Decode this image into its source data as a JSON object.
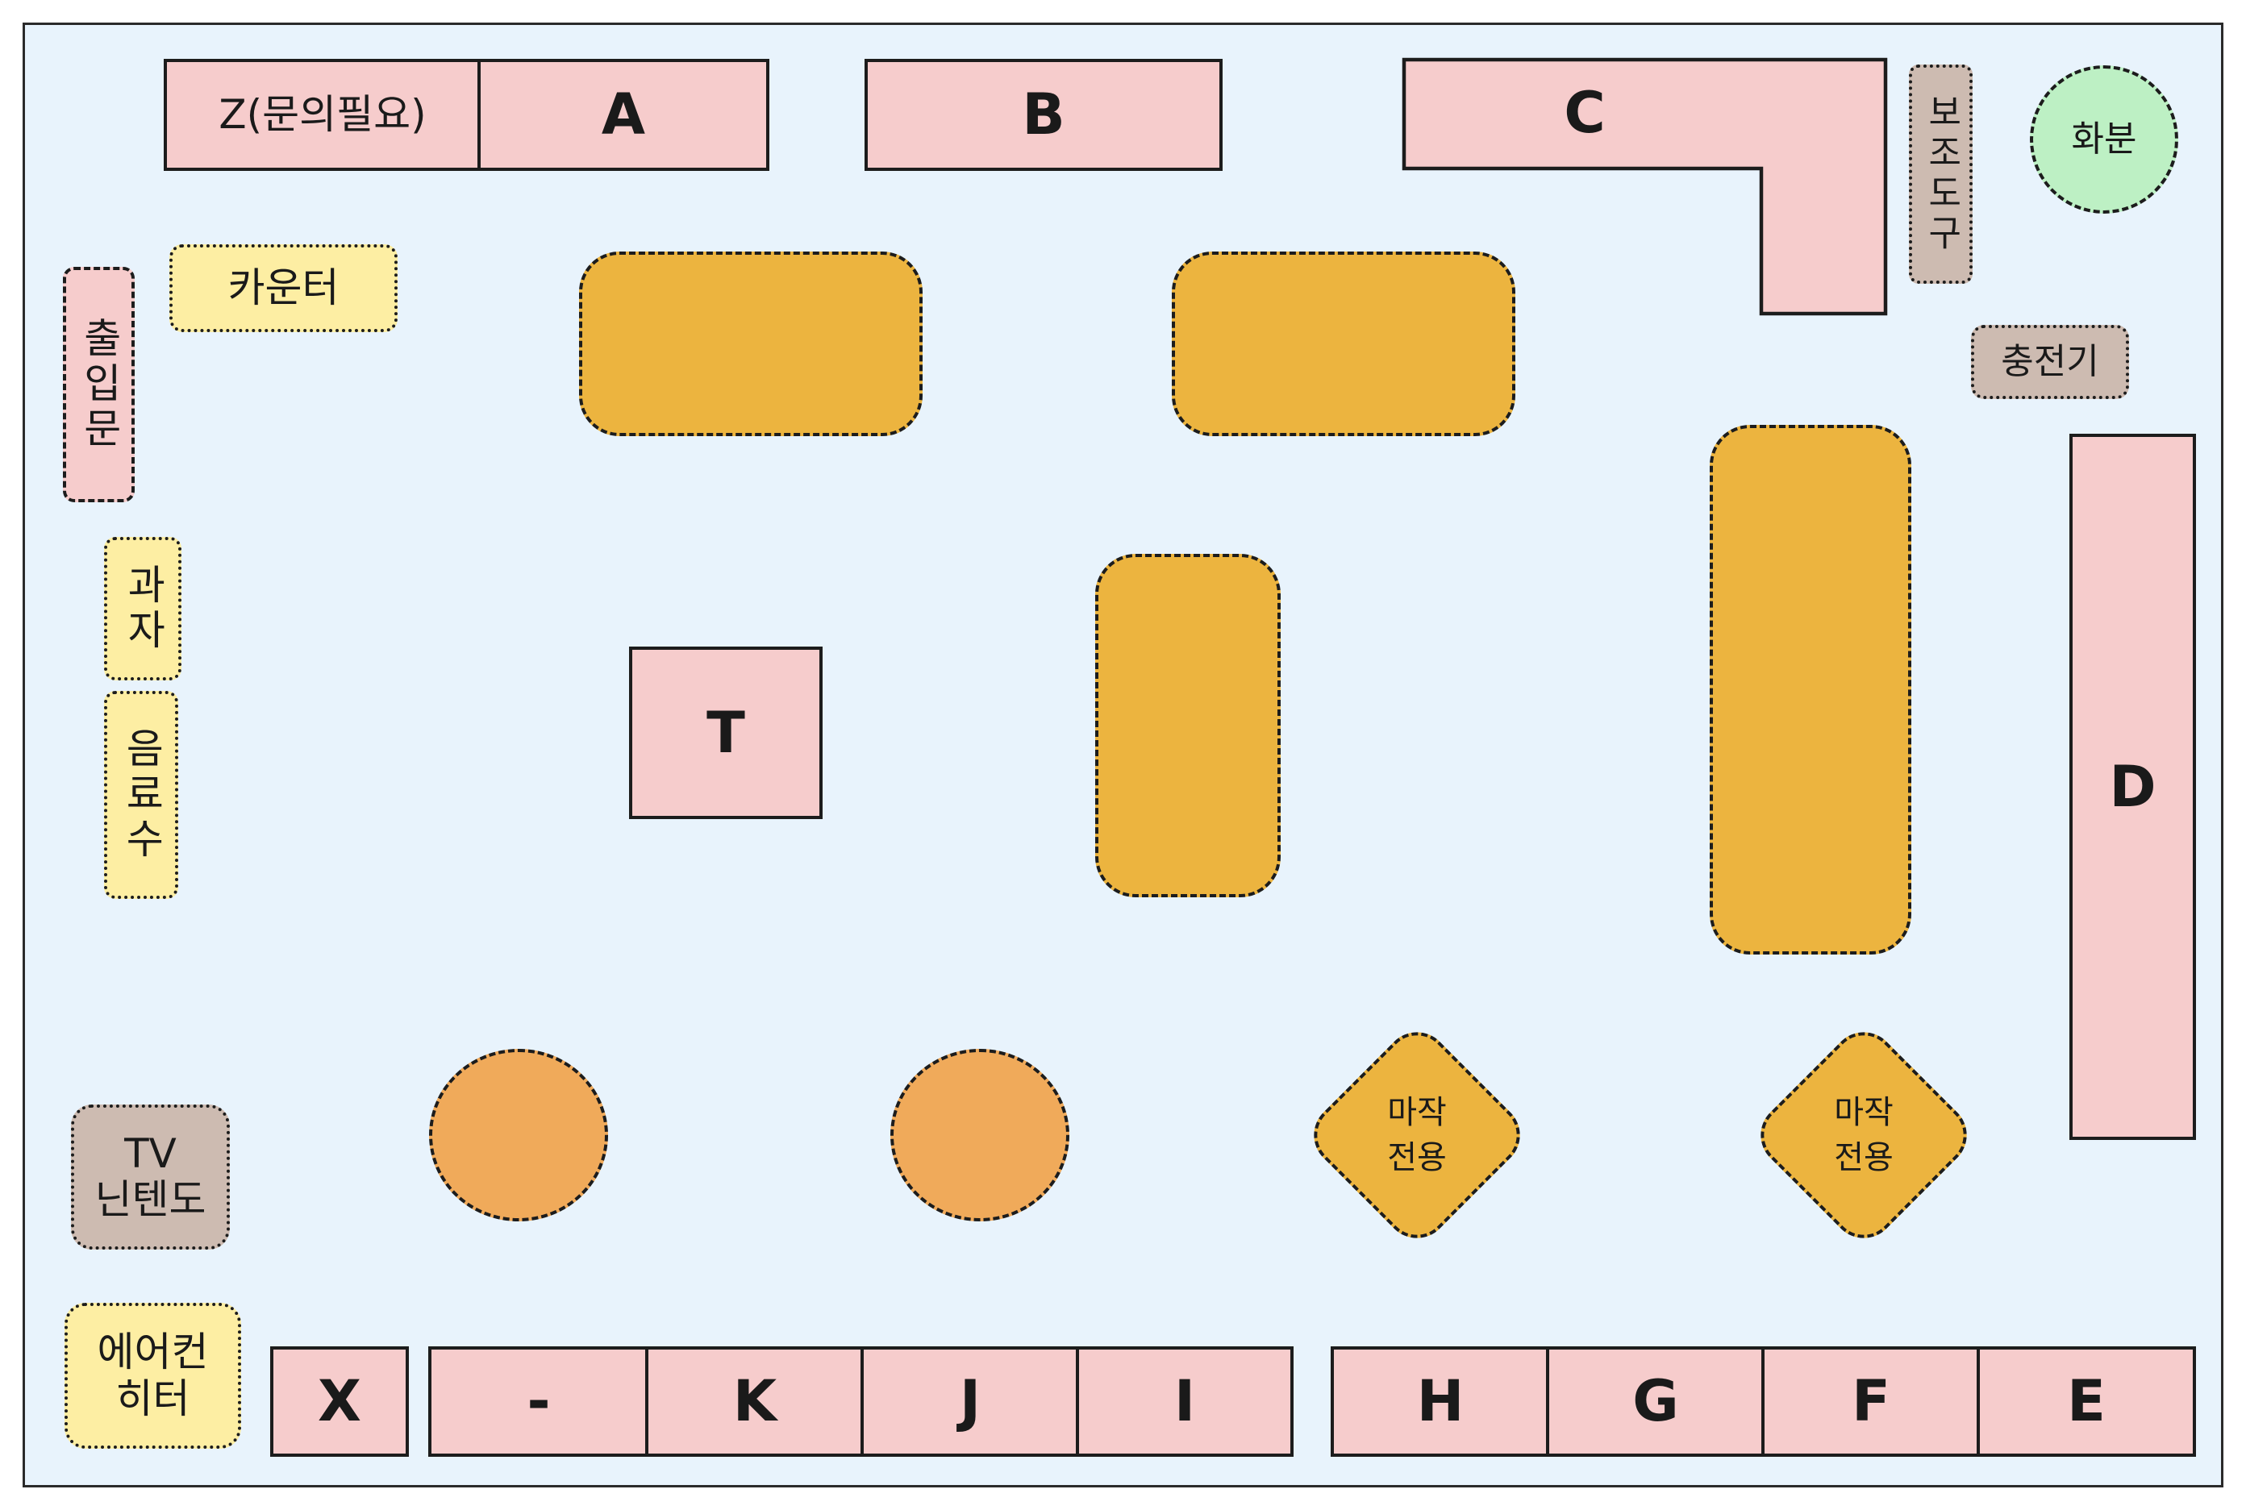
{
  "shelves_top": {
    "z": "Z(문의필요)",
    "a": "A",
    "b": "B",
    "c": "C"
  },
  "shelves_side": {
    "d": "D",
    "t": "T"
  },
  "shelves_bottom": {
    "x": "X",
    "dash": "-",
    "k": "K",
    "j": "J",
    "i": "I",
    "h": "H",
    "g": "G",
    "f": "F",
    "e": "E"
  },
  "fixtures": {
    "counter": "카운터",
    "entrance": "출입문",
    "snacks": "과자",
    "drinks": "음료수",
    "tv_nintendo": "TV\n닌텐도",
    "ac_heater": "에어컨\n히터",
    "aux_tools": "보조도구",
    "charger": "충전기",
    "plant": "화분"
  },
  "tables": {
    "mahjong_1": "마작\n전용",
    "mahjong_2": "마작\n전용"
  },
  "colors": {
    "background": "#e8f3fc",
    "shelf": "#f6cccc",
    "table": "#ecb43f",
    "round_table": "#f0aa5a",
    "yellow_fixture": "#fdeea3",
    "taupe_fixture": "#cdbbb1",
    "plant": "#bdf0c4"
  }
}
